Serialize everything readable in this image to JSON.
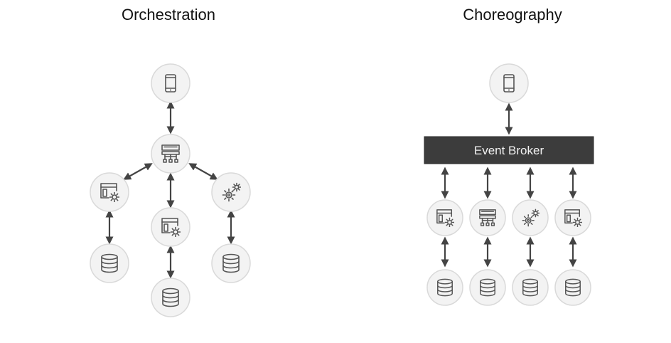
{
  "titles": {
    "left": "Orchestration",
    "right": "Choreography"
  },
  "broker": {
    "label": "Event Broker"
  },
  "colors": {
    "node_fill": "#f3f3f3",
    "node_stroke": "#d9d9d9",
    "icon": "#555555",
    "arrow": "#444444",
    "broker_fill": "#3c3c3c",
    "broker_text": "#f2f2f2"
  },
  "icons": {
    "client": "mobile-phone-icon",
    "orchestrator": "flowchart-icon",
    "service_a": "window-gear-icon",
    "service_b": "window-gear-icon",
    "service_c": "gears-icon",
    "database": "database-icon"
  }
}
